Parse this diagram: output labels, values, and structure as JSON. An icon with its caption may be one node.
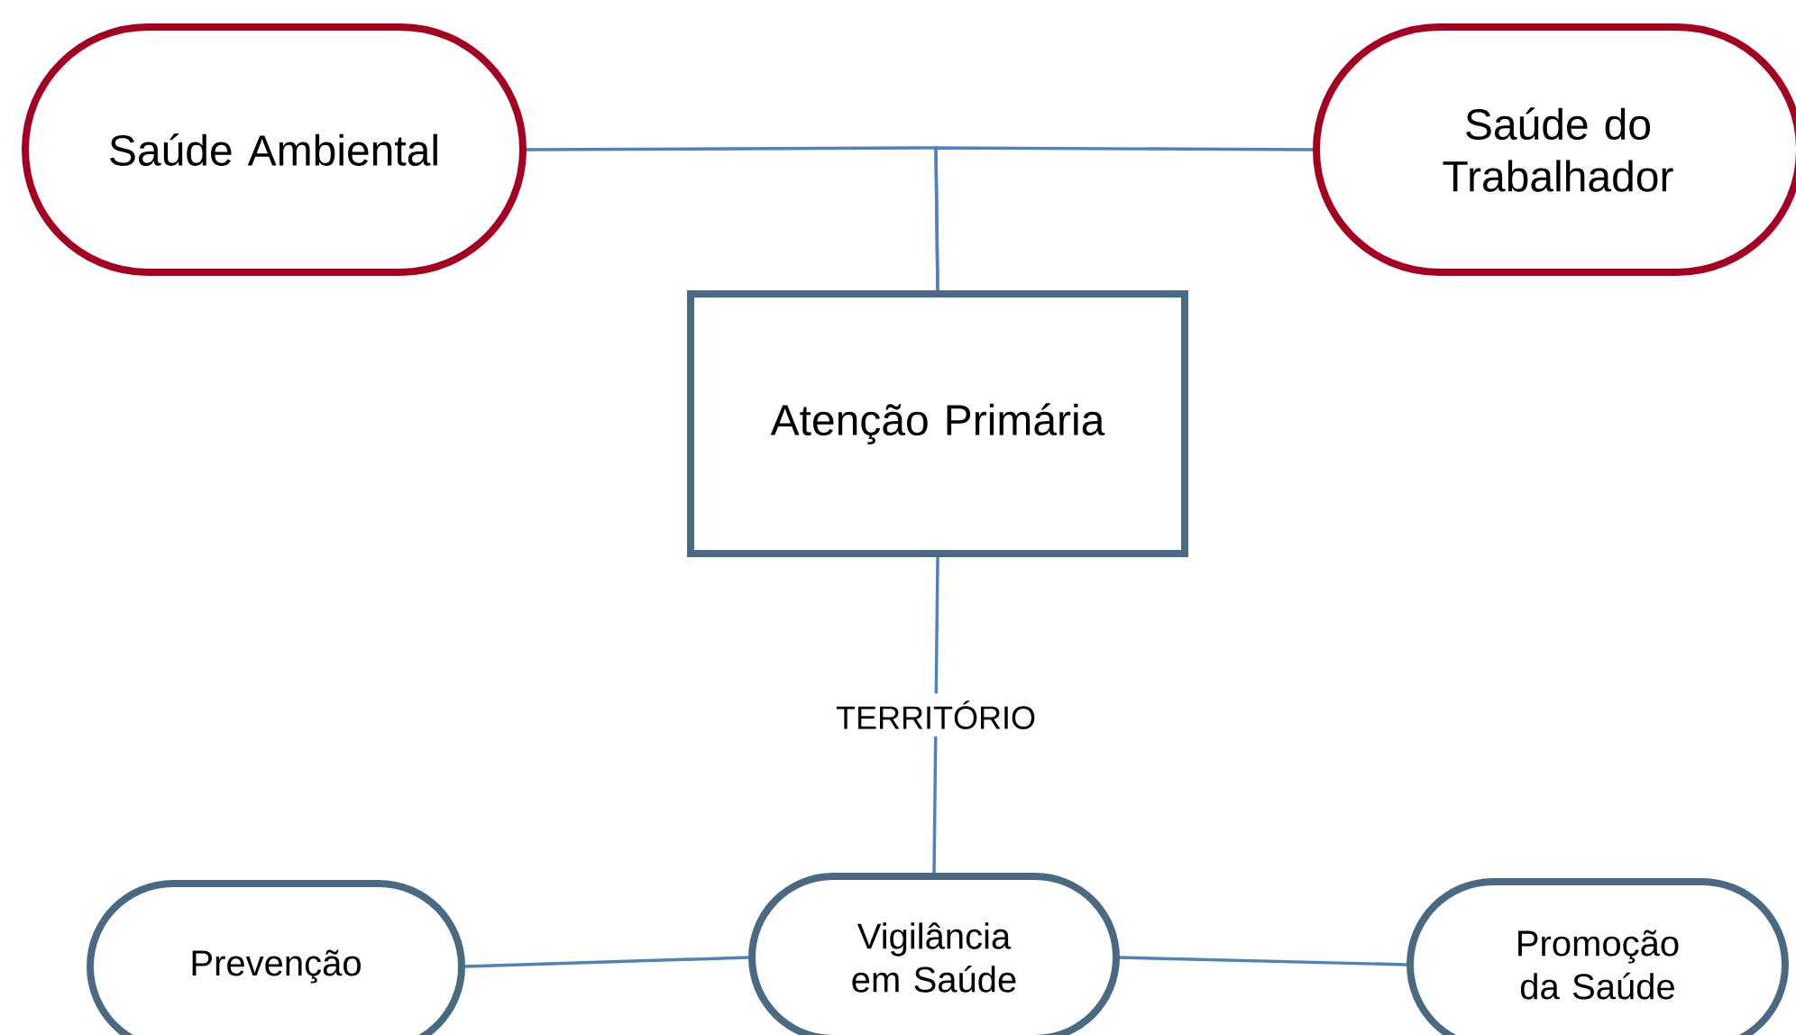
{
  "diagram": {
    "nodes": [
      {
        "text": [
          "Saúde Ambiental"
        ]
      },
      {
        "text": [
          "Saúde do Trabalhador"
        ]
      },
      {
        "text": [
          "Atenção Primária"
        ]
      },
      {
        "text": [
          "Vigilância em Saúde"
        ]
      },
      {
        "text": [
          "Prevenção"
        ]
      },
      {
        "text": [
          "Promoção da Saúde"
        ]
      }
    ],
    "edges": [
      {
        "from": 0,
        "to": 2,
        "arrow": "none"
      },
      {
        "from": 1,
        "to": 2,
        "arrow": "none"
      },
      {
        "from": 2,
        "to": 3,
        "arrow": "none",
        "label": "TERRITÓRIO"
      },
      {
        "from": 4,
        "to": 3,
        "arrow": "none"
      },
      {
        "from": 3,
        "to": 5,
        "arrow": "none"
      }
    ]
  }
}
